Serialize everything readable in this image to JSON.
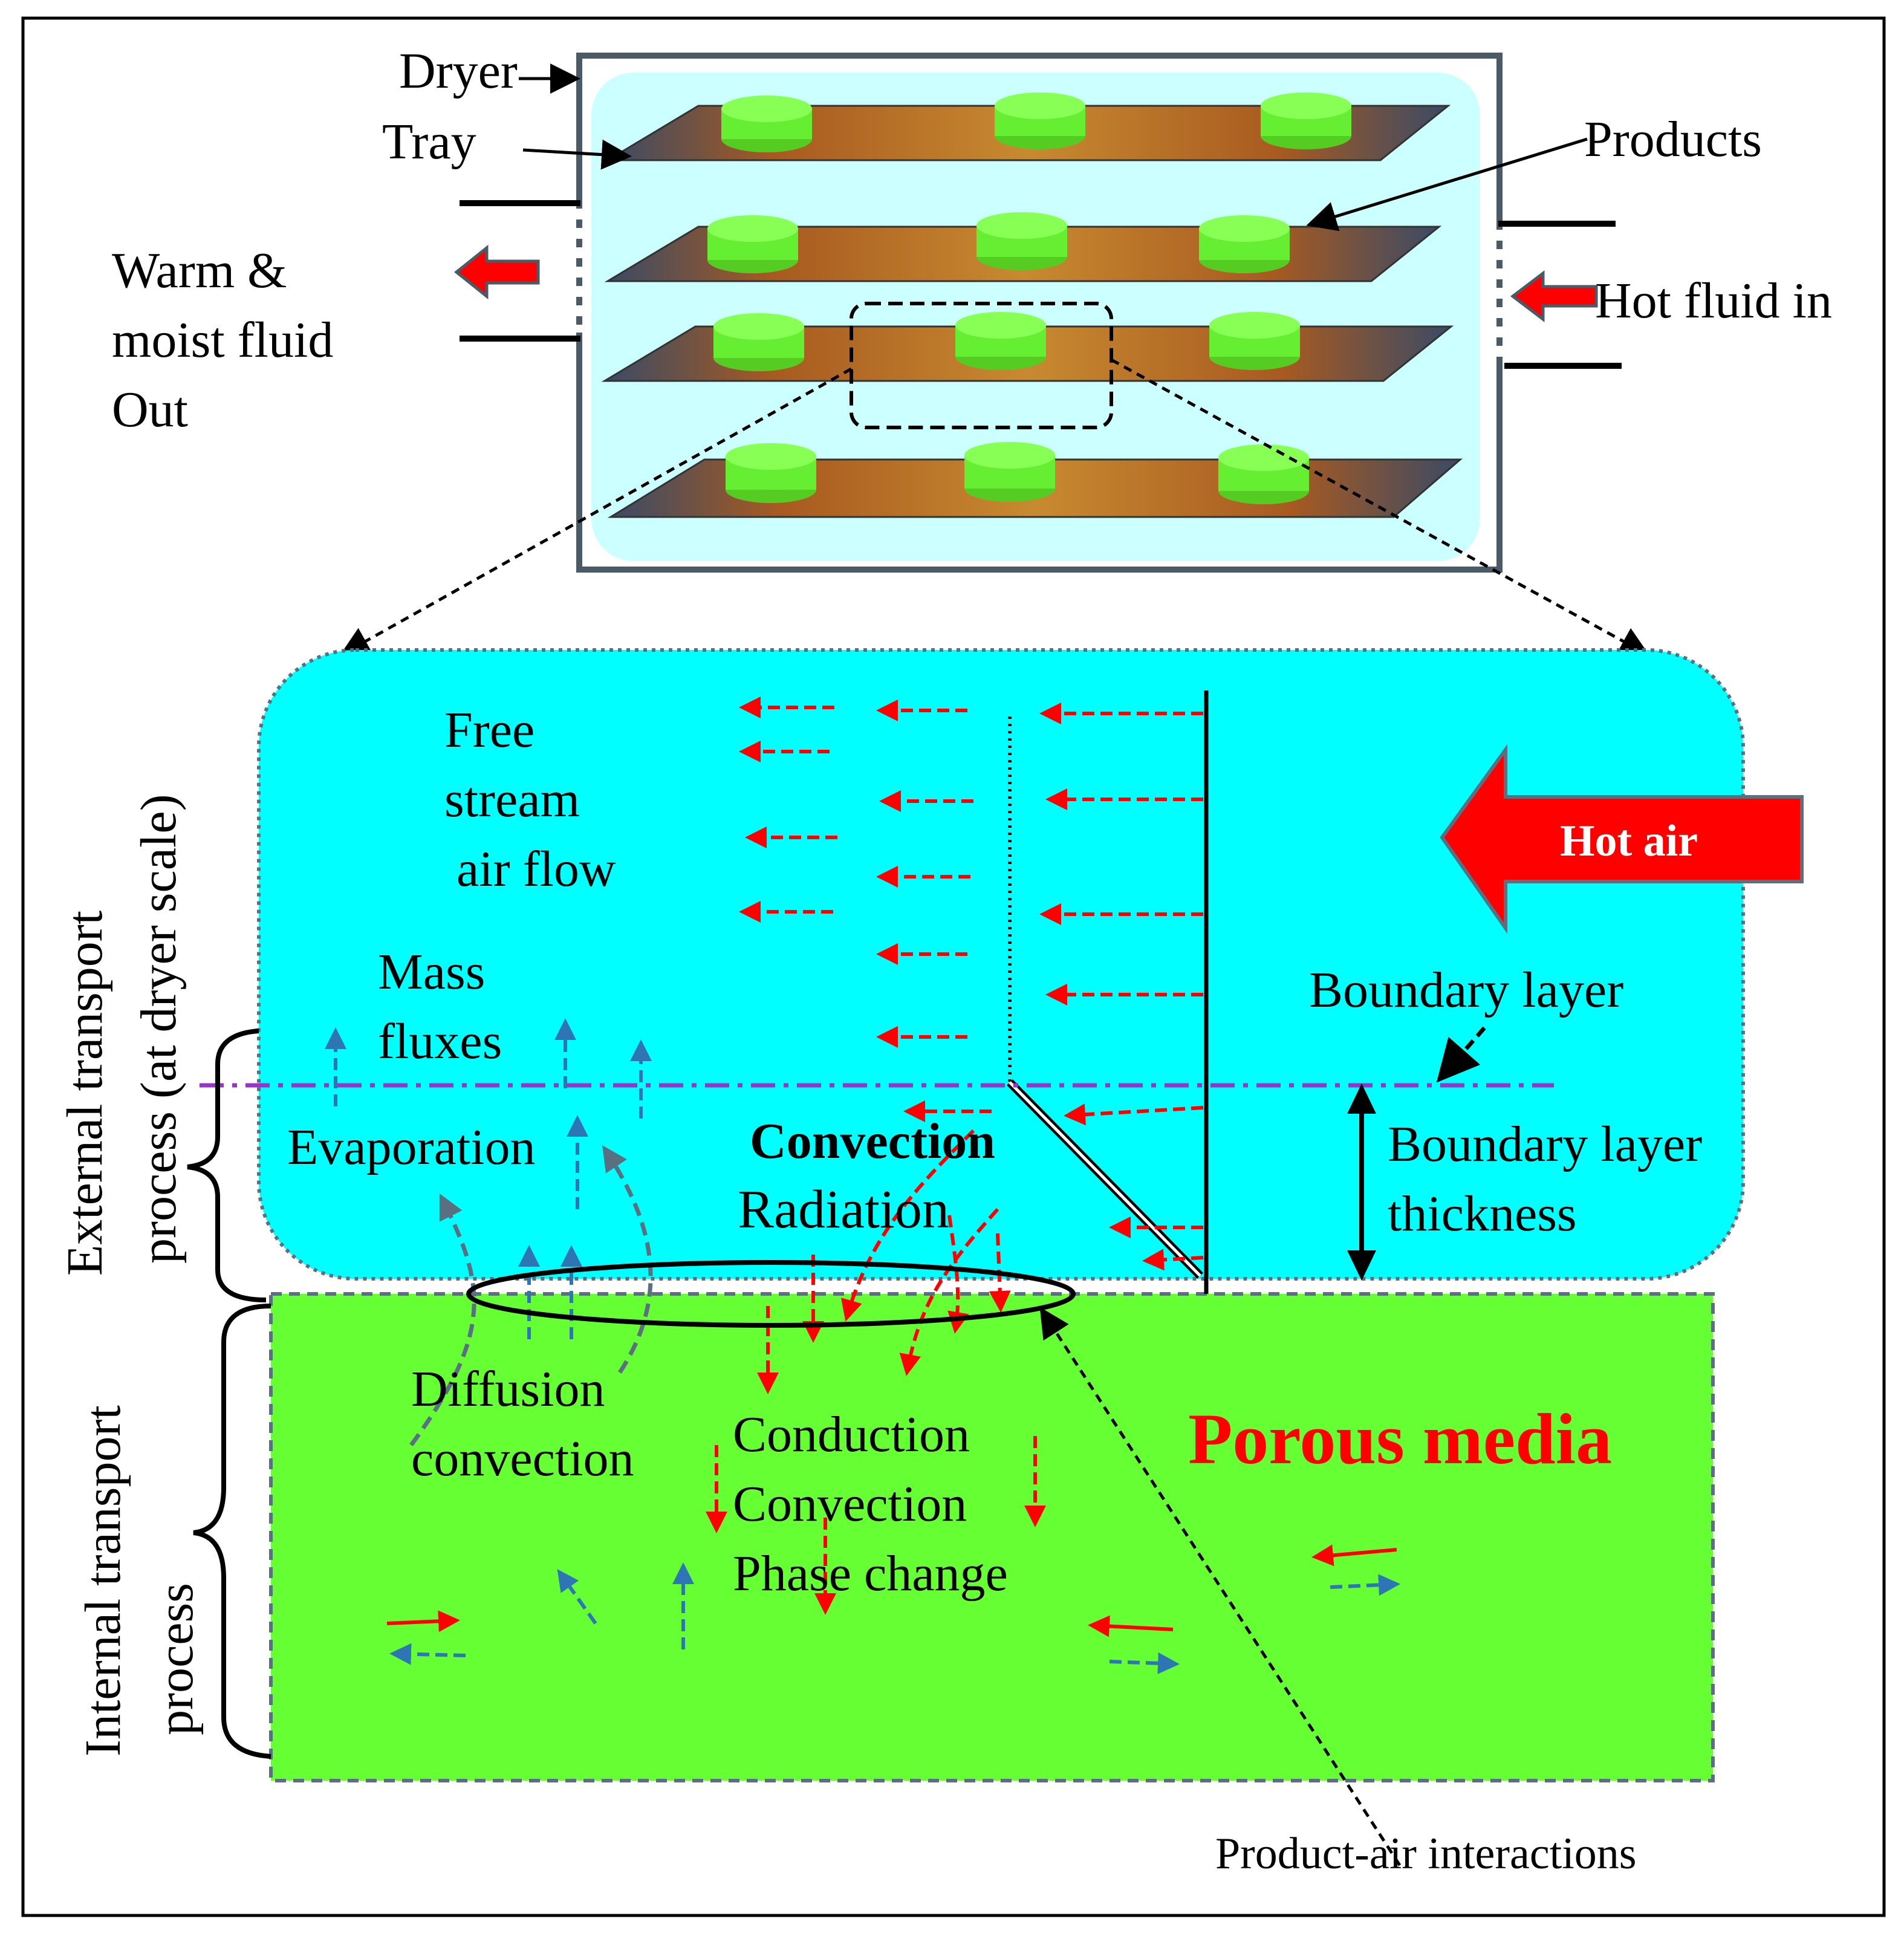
{
  "labels": {
    "dryer": "Dryer",
    "tray": "Tray",
    "products": "Products",
    "out_line1": "Warm &",
    "out_line2": "moist fluid",
    "out_line3": "Out",
    "hot_fluid_in": "Hot fluid in",
    "free_stream_1": "Free",
    "free_stream_2": "stream",
    "free_stream_3": "air flow",
    "mass_fluxes_1": "Mass",
    "mass_fluxes_2": "fluxes",
    "evaporation": "Evaporation",
    "convection": "Convection",
    "radiation": "Radiation",
    "hot_air": "Hot air",
    "boundary_layer": "Boundary layer",
    "bl_thickness_1": "Boundary layer",
    "bl_thickness_2": "thickness",
    "external_1": "External transport",
    "external_2": "process (at dryer scale)",
    "internal_1": "Internal transport",
    "internal_2": "process",
    "diffusion": "Diffusion",
    "diffusion_convection": "convection",
    "conduction": "Conduction",
    "convection_internal": "Convection",
    "phase_change": "Phase change",
    "porous_media": "Porous media",
    "product_air": "Product-air interactions"
  },
  "colors": {
    "air_region": "#00ffff",
    "porous_region": "#66ff33",
    "dryer_fill": "#ccffff",
    "hot_arrow": "#ff0000",
    "mass_arrow": "#2e75b6",
    "vapor_arrow": "#5a7080",
    "centerline": "#9933cc",
    "product_green": "#66ee33"
  },
  "icons": [
    "hot-air-arrow-icon",
    "outflow-arrow-icon",
    "inflow-arrow-icon"
  ]
}
